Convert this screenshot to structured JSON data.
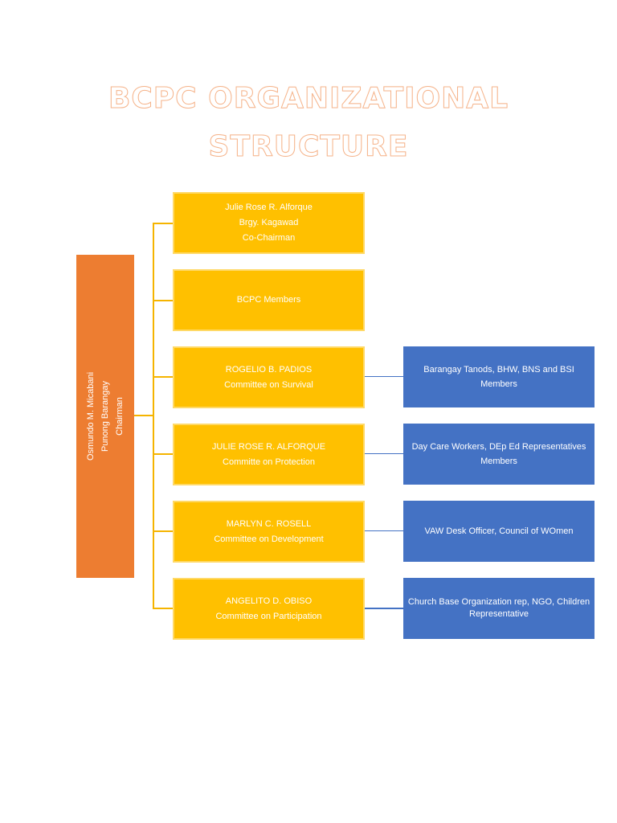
{
  "title": {
    "line1": "BCPC ORGANIZATIONAL",
    "line2": "STRUCTURE"
  },
  "chairman": {
    "name": "Osmundo M. Micabani",
    "position": "Punong Barangay",
    "role": "Chairman"
  },
  "committees": [
    {
      "lines": [
        "Julie Rose R. Alforque",
        "Brgy. Kagawad",
        "Co-Chairman"
      ]
    },
    {
      "lines": [
        "BCPC Members"
      ]
    },
    {
      "lines": [
        "ROGELIO B. PADIOS",
        "Committee on Survival"
      ]
    },
    {
      "lines": [
        "JULIE ROSE R. ALFORQUE",
        "Committe on Protection"
      ]
    },
    {
      "lines": [
        "MARLYN C. ROSELL",
        "Committee on Development"
      ]
    },
    {
      "lines": [
        "ANGELITO D. OBISO",
        "Committee on Participation"
      ]
    }
  ],
  "members": [
    {
      "lines": [
        "Barangay Tanods, BHW, BNS  and BSI",
        "Members"
      ]
    },
    {
      "lines": [
        "Day Care Workers, DEp Ed Representatives",
        "Members"
      ]
    },
    {
      "lines": [
        "VAW Desk Officer, Council of WOmen"
      ]
    },
    {
      "lines": [
        "Church Base Organization rep, NGO, Children",
        "Representative"
      ]
    }
  ],
  "colors": {
    "chairman_box": "#ed7d31",
    "committee_box": "#ffc000",
    "member_box": "#4472c4",
    "connector": "#f5b400",
    "title_outline": "#f5b38a"
  }
}
